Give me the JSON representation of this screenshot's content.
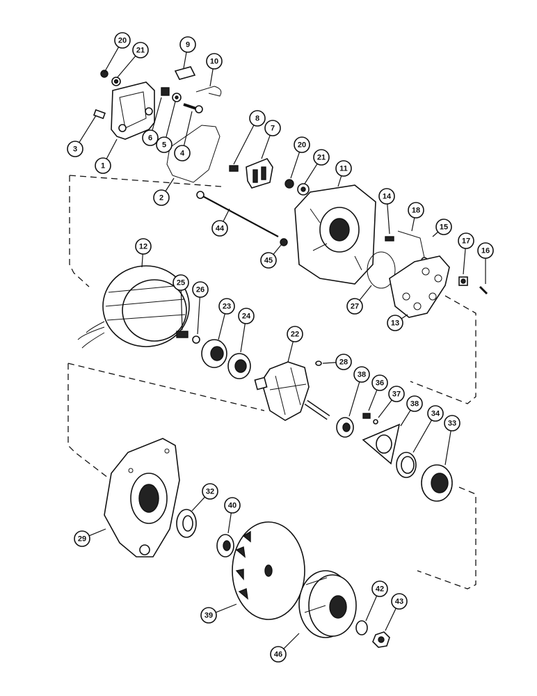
{
  "diagram": {
    "callouts": [
      {
        "id": "c20a",
        "label": "20"
      },
      {
        "id": "c21a",
        "label": "21"
      },
      {
        "id": "c9",
        "label": "9"
      },
      {
        "id": "c10",
        "label": "10"
      },
      {
        "id": "c3",
        "label": "3"
      },
      {
        "id": "c1",
        "label": "1"
      },
      {
        "id": "c6",
        "label": "6"
      },
      {
        "id": "c5",
        "label": "5"
      },
      {
        "id": "c4",
        "label": "4"
      },
      {
        "id": "c2",
        "label": "2"
      },
      {
        "id": "c8",
        "label": "8"
      },
      {
        "id": "c7",
        "label": "7"
      },
      {
        "id": "c20b",
        "label": "20"
      },
      {
        "id": "c21b",
        "label": "21"
      },
      {
        "id": "c11",
        "label": "11"
      },
      {
        "id": "c14",
        "label": "14"
      },
      {
        "id": "c18",
        "label": "18"
      },
      {
        "id": "c15",
        "label": "15"
      },
      {
        "id": "c17",
        "label": "17"
      },
      {
        "id": "c16",
        "label": "16"
      },
      {
        "id": "c44",
        "label": "44"
      },
      {
        "id": "c45",
        "label": "45"
      },
      {
        "id": "c27",
        "label": "27"
      },
      {
        "id": "c13",
        "label": "13"
      },
      {
        "id": "c12",
        "label": "12"
      },
      {
        "id": "c25",
        "label": "25"
      },
      {
        "id": "c26",
        "label": "26"
      },
      {
        "id": "c23",
        "label": "23"
      },
      {
        "id": "c24",
        "label": "24"
      },
      {
        "id": "c22",
        "label": "22"
      },
      {
        "id": "c28",
        "label": "28"
      },
      {
        "id": "c38a",
        "label": "38"
      },
      {
        "id": "c36",
        "label": "36"
      },
      {
        "id": "c37",
        "label": "37"
      },
      {
        "id": "c38b",
        "label": "38"
      },
      {
        "id": "c34",
        "label": "34"
      },
      {
        "id": "c33",
        "label": "33"
      },
      {
        "id": "c32",
        "label": "32"
      },
      {
        "id": "c40",
        "label": "40"
      },
      {
        "id": "c29",
        "label": "29"
      },
      {
        "id": "c39",
        "label": "39"
      },
      {
        "id": "c42",
        "label": "42"
      },
      {
        "id": "c43",
        "label": "43"
      },
      {
        "id": "c46",
        "label": "46"
      }
    ]
  }
}
